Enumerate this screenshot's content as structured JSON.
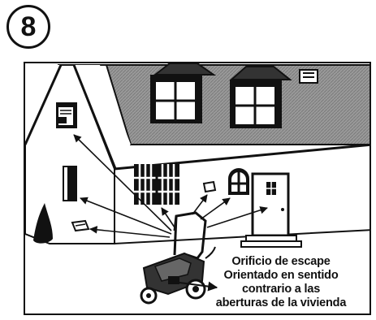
{
  "step": {
    "number": "8"
  },
  "caption": {
    "lines": [
      "Orificio de escape",
      "Orientado en sentido",
      "contrario a las",
      "aberturas de la vivienda"
    ]
  },
  "icons": {
    "house": "house-illustration",
    "generator": "pressure-washer-illustration"
  },
  "colors": {
    "ink": "#111111",
    "paper": "#ffffff",
    "roof": "#888888"
  }
}
